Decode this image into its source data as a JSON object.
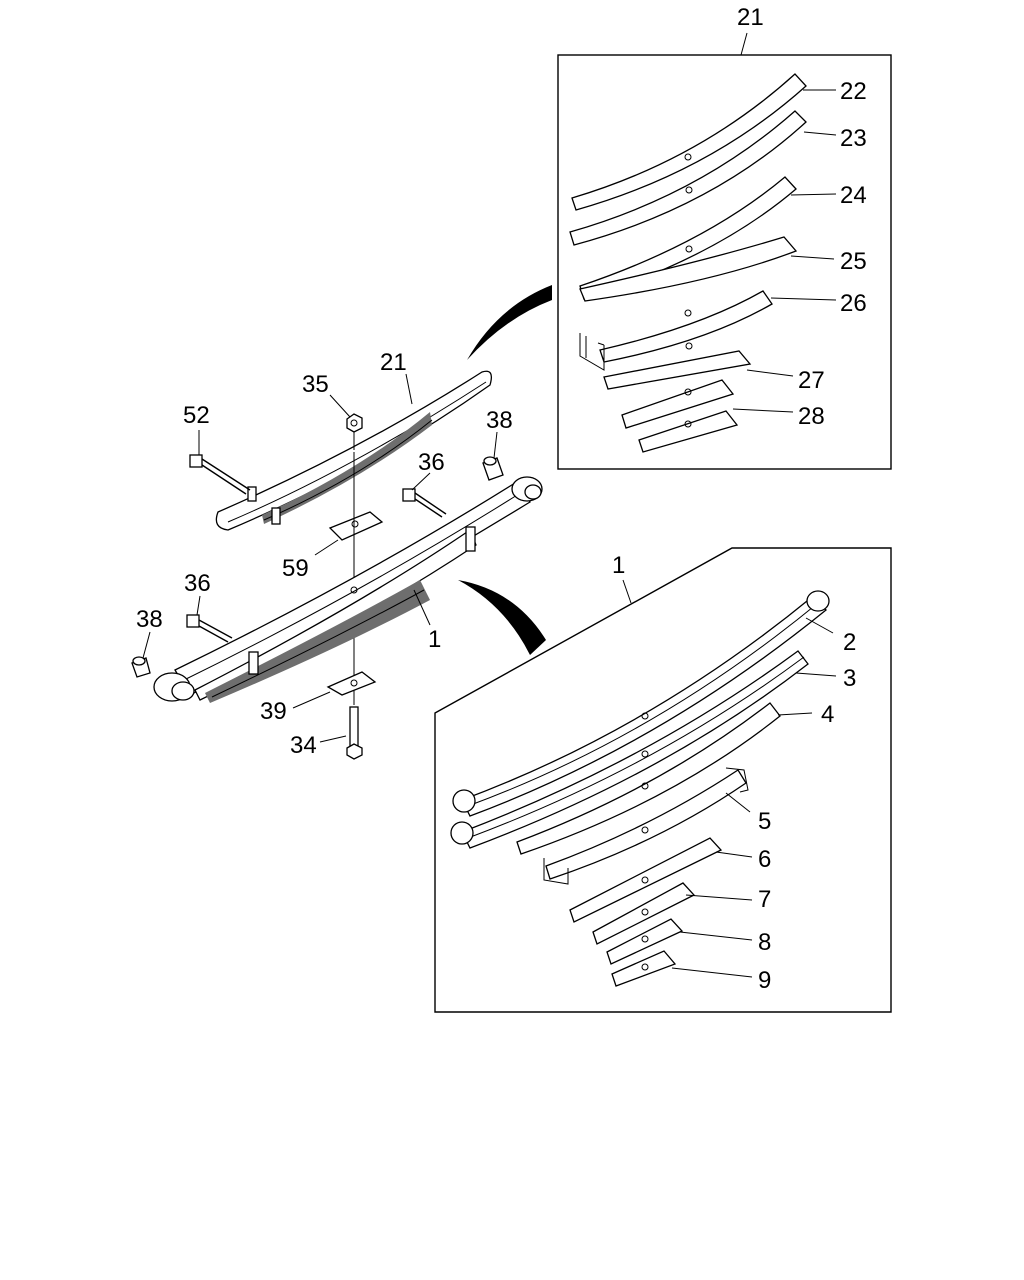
{
  "diagram": {
    "labels": {
      "inset_top_title": "21",
      "inset_top": [
        "22",
        "23",
        "24",
        "25",
        "26",
        "27",
        "28"
      ],
      "inset_bottom_title": "1",
      "inset_bottom": [
        "2",
        "3",
        "4",
        "5",
        "6",
        "7",
        "8",
        "9"
      ],
      "main": {
        "p21": "21",
        "p35": "35",
        "p52": "52",
        "p38_right": "38",
        "p36_right": "36",
        "p59": "59",
        "p36_left": "36",
        "p38_left": "38",
        "p1": "1",
        "p39": "39",
        "p34": "34"
      }
    },
    "colors": {
      "line": "#000000",
      "background": "#ffffff",
      "shade": "#6e6e6e"
    }
  }
}
